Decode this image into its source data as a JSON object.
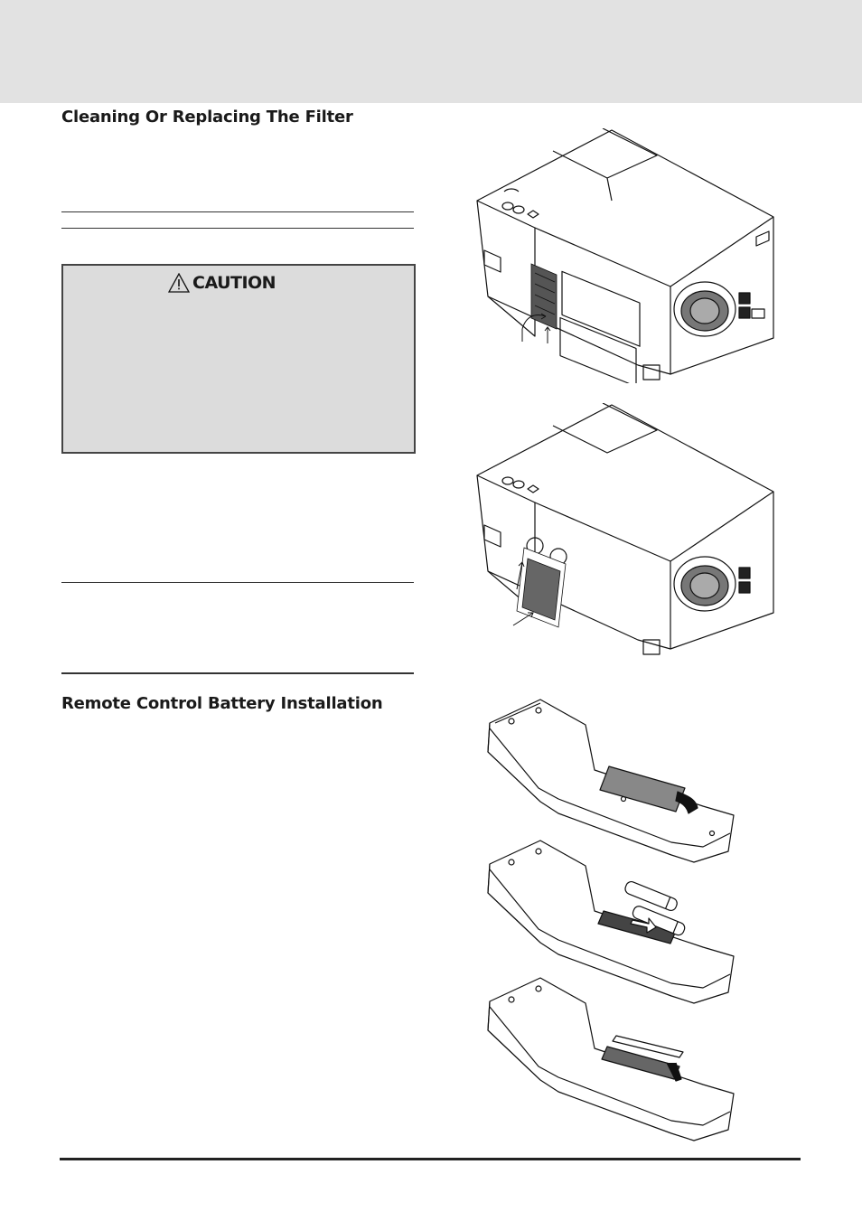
{
  "sections": {
    "filter": {
      "heading": "Cleaning Or Replacing The Filter"
    },
    "battery": {
      "heading": "Remote Control Battery Installation"
    }
  },
  "caution": {
    "title": "CAUTION",
    "icon": "warning-triangle-icon"
  },
  "figures": [
    {
      "name": "projector-filter-removal-illustration"
    },
    {
      "name": "projector-filter-detached-illustration"
    },
    {
      "name": "remote-open-cover-illustration"
    },
    {
      "name": "remote-insert-batteries-illustration"
    },
    {
      "name": "remote-close-cover-illustration"
    }
  ],
  "colors": {
    "header_band": "#e2e2e2",
    "caution_bg": "#dcdcdc"
  }
}
